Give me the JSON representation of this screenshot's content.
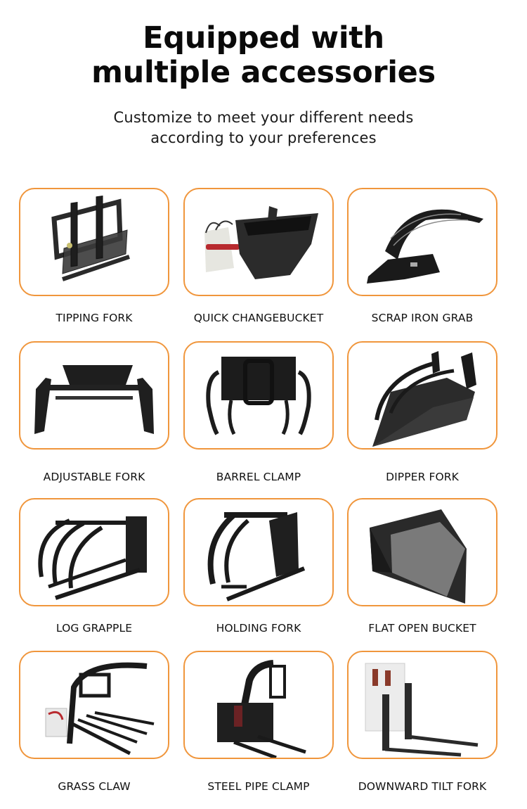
{
  "header": {
    "title_line1": "Equipped with",
    "title_line2": "multiple accessories",
    "subtitle_line1": "Customize to meet your different needs",
    "subtitle_line2": "according to your preferences"
  },
  "theme": {
    "card_border_color": "#F0963C",
    "text_color": "#111111",
    "background": "#FFFFFF"
  },
  "accessories": [
    {
      "label": "TIPPING FORK",
      "icon": "tipping-fork-image"
    },
    {
      "label": "QUICK CHANGEBUCKET",
      "icon": "quick-change-bucket-image"
    },
    {
      "label": "SCRAP IRON GRAB",
      "icon": "scrap-iron-grab-image"
    },
    {
      "label": "ADJUSTABLE FORK",
      "icon": "adjustable-fork-image"
    },
    {
      "label": "BARREL CLAMP",
      "icon": "barrel-clamp-image"
    },
    {
      "label": "DIPPER FORK",
      "icon": "dipper-fork-image"
    },
    {
      "label": "LOG GRAPPLE",
      "icon": "log-grapple-image"
    },
    {
      "label": "HOLDING FORK",
      "icon": "holding-fork-image"
    },
    {
      "label": "FLAT OPEN BUCKET",
      "icon": "flat-open-bucket-image"
    },
    {
      "label": "GRASS CLAW",
      "icon": "grass-claw-image"
    },
    {
      "label": "STEEL PIPE CLAMP",
      "icon": "steel-pipe-clamp-image"
    },
    {
      "label": "DOWNWARD TILT FORK",
      "icon": "downward-tilt-fork-image"
    }
  ]
}
